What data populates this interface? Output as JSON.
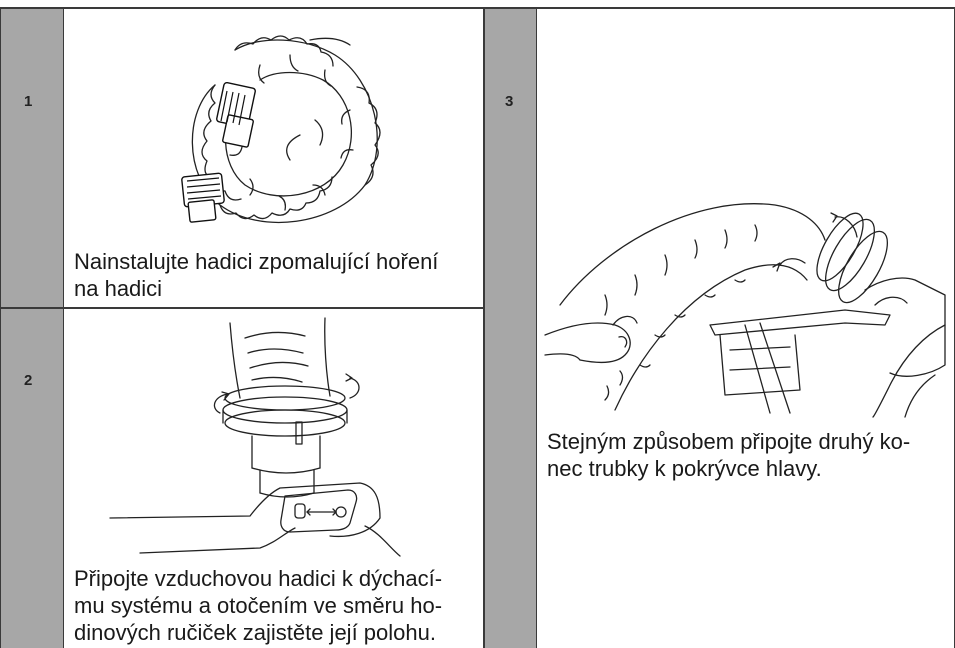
{
  "steps": [
    {
      "number": "1",
      "caption_lines": [
        "Nainstalujte hadici zpomalující hoření",
        "na hadici"
      ],
      "illustration": "hose-with-flame-retardant-cover-icon"
    },
    {
      "number": "2",
      "caption_lines": [
        "Připojte vzduchovou hadici k dýchací-",
        "mu systému a otočením ve směru ho-",
        "dinových ručiček zajistěte její polohu."
      ],
      "illustration": "hose-coupling-rotate-icon"
    },
    {
      "number": "3",
      "caption_lines": [
        "Stejným způsobem připojte druhý ko-",
        "nec trubky k pokrývce hlavy."
      ],
      "illustration": "hose-to-headtop-connection-icon"
    }
  ],
  "colors": {
    "number_column": "#a7a7a7",
    "grid": "#3a3a3a",
    "text": "#1a1a1a"
  }
}
